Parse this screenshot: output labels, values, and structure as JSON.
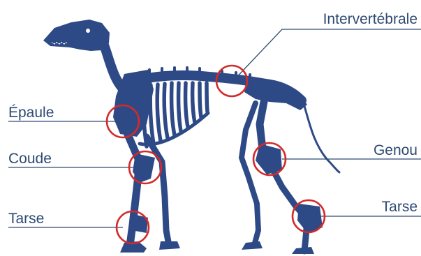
{
  "labels": {
    "intervertebrale": "Intervertébrale",
    "epaule": "Épaule",
    "coude": "Coude",
    "tarse_left": "Tarse",
    "genou": "Genou",
    "tarse_right": "Tarse"
  },
  "colors": {
    "skeleton": "#2e4a86",
    "circle": "#d42a2a",
    "leader_line": "#2e4a73",
    "label_text": "#2e4a73",
    "background": "#ffffff"
  }
}
